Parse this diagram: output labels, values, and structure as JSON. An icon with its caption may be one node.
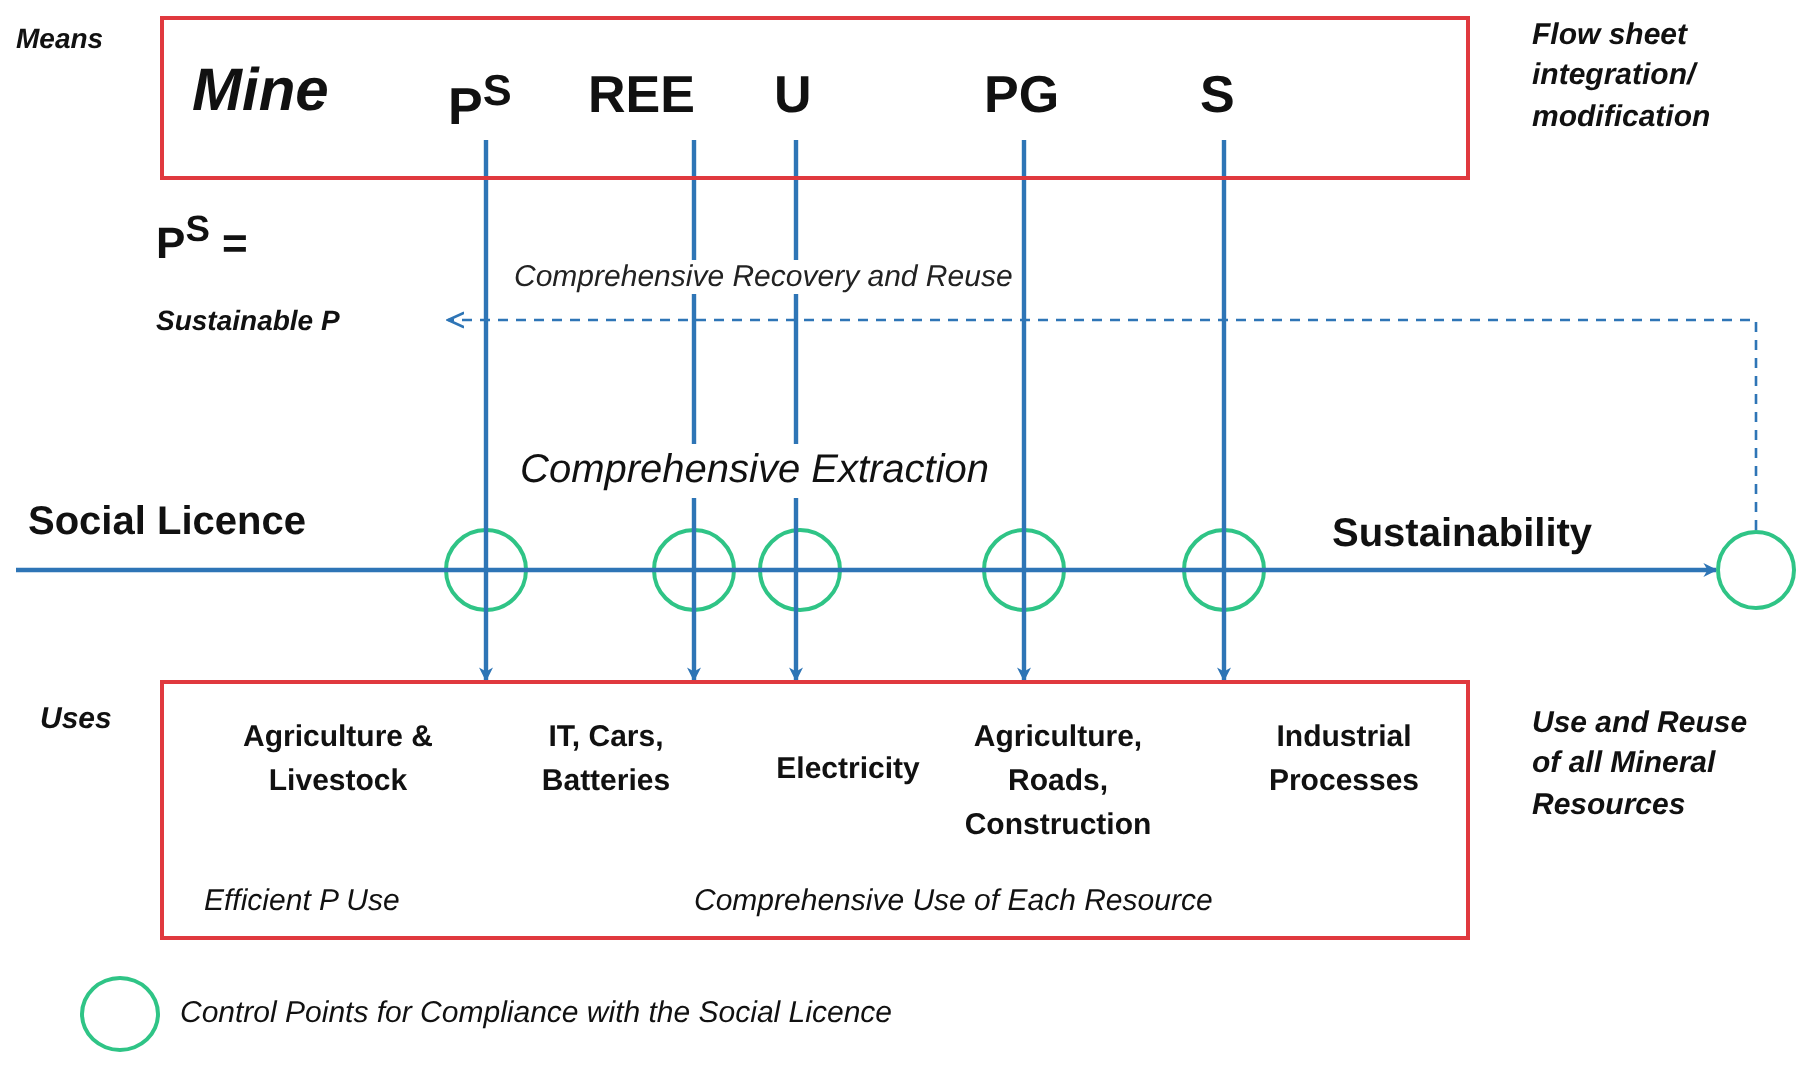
{
  "diagram": {
    "nodes": [
      {
        "text": [
          "Mine"
        ]
      },
      {
        "text": [
          "P$^{S}$"
        ],
        "in": 0
      },
      {
        "text": [
          "REE"
        ],
        "in": 0
      },
      {
        "text": [
          "U"
        ],
        "in": 0
      },
      {
        "text": [
          "PG"
        ],
        "in": 0
      },
      {
        "text": [
          "S"
        ],
        "in": 0
      },
      {
        "text": [
          "Efficient P Use",
          "Comprehensive Use of Each Resource"
        ]
      },
      {
        "text": [
          "Agriculture & Livestock"
        ],
        "in": 6
      },
      {
        "text": [
          "IT, Cars, Batteries"
        ],
        "in": 6
      },
      {
        "text": [
          "Electricity"
        ],
        "in": 6
      },
      {
        "text": [
          "Agriculture, Roads, Construction"
        ],
        "in": 6
      },
      {
        "text": [
          "Industrial Processes"
        ],
        "in": 6
      },
      {
        "text": [
          "P$^{S}$ =",
          "Sustainable P"
        ]
      },
      {
        "text": [],
        "shape": "circle"
      }
    ],
    "edges": [
      {
        "from": 1,
        "to": 6,
        "arrow": "to"
      },
      {
        "from": 2,
        "to": 6,
        "arrow": "to"
      },
      {
        "from": 3,
        "to": 6,
        "arrow": "to"
      },
      {
        "from": 4,
        "to": 6,
        "arrow": "to"
      },
      {
        "from": 5,
        "to": 6,
        "arrow": "to"
      },
      {
        "from": null,
        "to": 13,
        "arrow": "to"
      },
      {
        "from": 13,
        "to": 12,
        "arrow": "to",
        "style": "dashed",
        "label": "Comprehensive Recovery and Reuse"
      }
    ],
    "labels": [
      "Means",
      "Flow sheet integration/ modification",
      "Comprehensive Extraction",
      "Social Licence",
      "Sustainability",
      "Uses",
      "Use and Reuse of all Mineral Resources"
    ],
    "legend": [
      {
        "text": "Control Points for Compliance with the Social Licence"
      }
    ]
  }
}
